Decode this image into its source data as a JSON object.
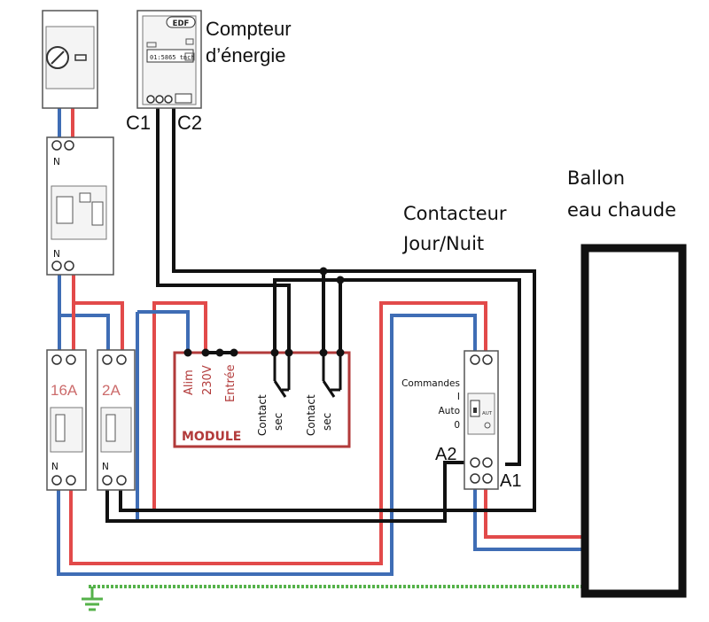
{
  "meter": {
    "brand": "EDF",
    "display": "01:5865 tnch",
    "title_line1": "Compteur",
    "title_line2": "d’énergie",
    "terminal_c1": "C1",
    "terminal_c2": "C2"
  },
  "contactor": {
    "title_line1": "Contacteur",
    "title_line2": "Jour/Nuit",
    "mode_commandes": "Commandes",
    "mode_i": "I",
    "mode_auto": "Auto",
    "mode_0": "0",
    "coil_a1": "A1",
    "coil_a2": "A2",
    "device_mark": "AUT"
  },
  "tank": {
    "title_line1": "Ballon",
    "title_line2": "eau chaude"
  },
  "module": {
    "title": "MODULE",
    "label_alim": "Alim",
    "label_230v": "230V",
    "label_entree": "Entrée",
    "label_contact1_a": "Contact",
    "label_contact1_b": "sec",
    "label_contact2_a": "Contact",
    "label_contact2_b": "sec"
  },
  "breakers": {
    "rating_main": "16A",
    "rating_small": "2A",
    "neutral_mark": "N"
  },
  "colors": {
    "phase": "#e24a4a",
    "neutral": "#3f6db5",
    "control": "#111111",
    "earth": "#55b24a",
    "module_frame": "#b23a3a"
  }
}
